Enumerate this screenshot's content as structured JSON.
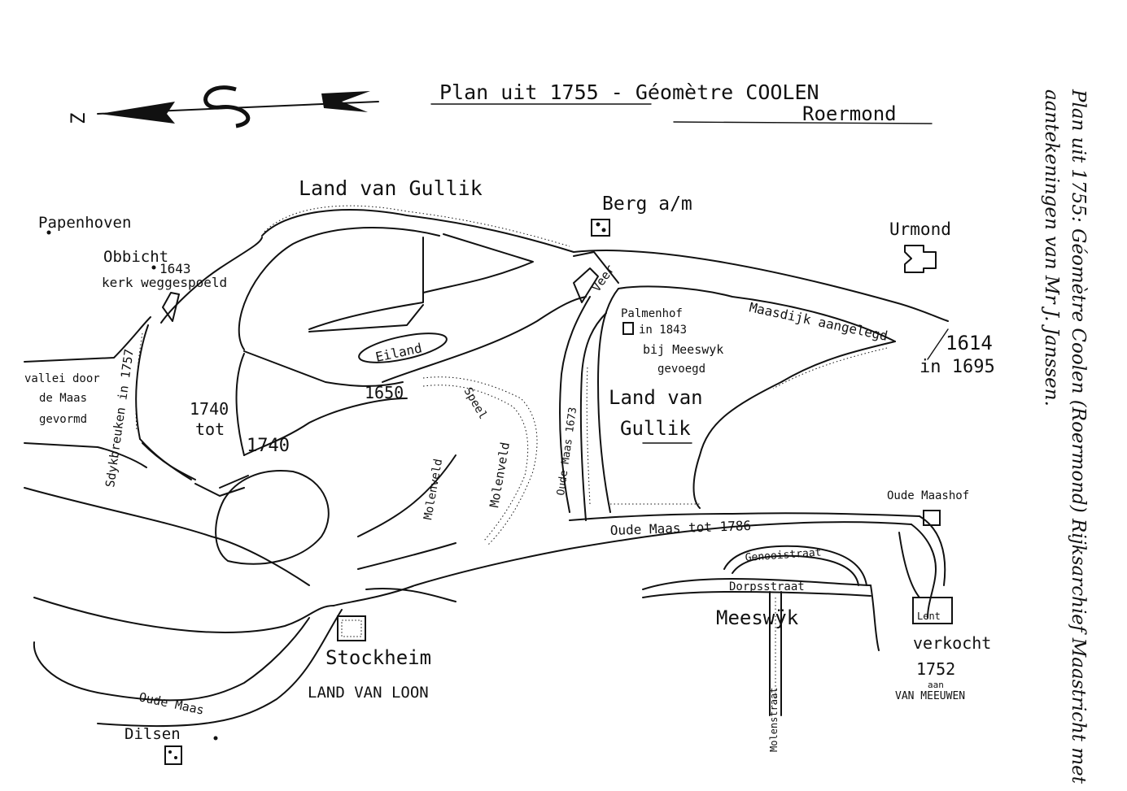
{
  "title": {
    "main": "Plan uit 1755 - Géomètre COOLEN",
    "city": "Roermond"
  },
  "compass": {
    "label": "Z",
    "letter": "S"
  },
  "labels": {
    "land_van_gullik_north": "Land van Gullik",
    "berg": "Berg a/m",
    "urmond": "Urmond",
    "papenhoven": "Papenhoven",
    "obbicht": "Obbicht",
    "year_1643": "1643",
    "kerk": "kerk weggespoeld",
    "zeedijk": "Sdykbreuken in 1757",
    "vallei": [
      "vallei door",
      "de Maas",
      "gevormd"
    ],
    "year_1740_a": "1740",
    "year_tot": "tot",
    "year_1740_b": "1740",
    "eiland": "Eiland",
    "year_1650": "1650",
    "veer": "Veer",
    "palmenhof": "Palmenhof",
    "in_1843": "in 1843",
    "bij_meeswijk": "bij Meeswyk",
    "gevoegd": "gevoegd",
    "maasdijk": "Maasdijk aangelegd",
    "year_1614": "1614",
    "year_1695": "in 1695",
    "land_van_gullik_center": [
      "Land van",
      "Gullik"
    ],
    "molenveld_1": "Molenveld",
    "molenveld_2": "Molenveld",
    "speel": "Speel",
    "oude_maas_1673": "Oude Maas 1673",
    "oude_maashof": "Oude Maashof",
    "oude_maas_tot": "Oude Maas tot 1786",
    "genooi": "Genooistraat",
    "dorpsstraat": "Dorpsstraat",
    "meeswijk": "Meeswÿk",
    "lent": "Lent",
    "verkocht": "verkocht",
    "year_1752": "1752",
    "aan": "aan",
    "van_meeuwen": "VAN MEEUWEN",
    "stockheim": "Stockheim",
    "land_van_loon": "LAND VAN LOON",
    "oude_maas_south": "Oude Maas",
    "dilsen": "Dilsen",
    "molenstraat": "Molenstraat"
  },
  "caption": "Plan uit 1755: Géomètre Coolen (Roermond) Rijksarchief Maastricht met aantekeningen van Mr J. Janssen."
}
